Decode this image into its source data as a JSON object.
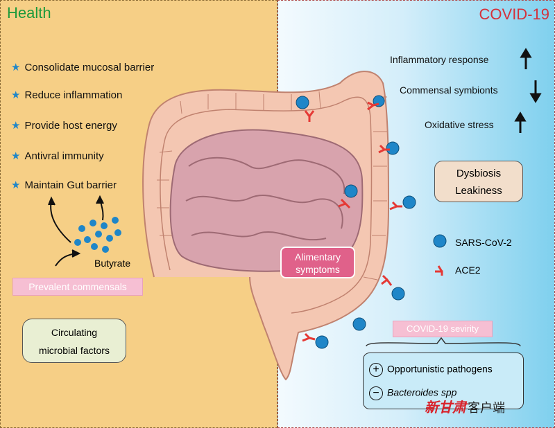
{
  "left_panel": {
    "title": "Health",
    "benefits": [
      "Consolidate mucosal barrier",
      "Reduce inflammation",
      "Provide host energy",
      "Antivral immunity",
      "Maintain Gut barrier"
    ],
    "butyrate_label": "Butyrate",
    "prevalent_label": "Prevalent commensals",
    "circulating_line1": "Circulating",
    "circulating_line2": "microbial factors"
  },
  "right_panel": {
    "title": "COVID-19",
    "changes": [
      {
        "label": "Inflammatory response",
        "direction": "up"
      },
      {
        "label": "Commensal symbionts",
        "direction": "down"
      },
      {
        "label": "Oxidative stress",
        "direction": "up"
      }
    ],
    "dysbiosis_line1": "Dysbiosis",
    "dysbiosis_line2": "Leakiness",
    "legend": {
      "virus_label": "SARS-CoV-2",
      "receptor_label": "ACE2"
    },
    "severity_label": "COVID-19 sevirity",
    "pathogens": [
      {
        "symbol": "+",
        "label": "Opportunistic pathogens"
      },
      {
        "symbol": "−",
        "label": "Bacteroides spp"
      }
    ]
  },
  "center": {
    "alimentary_line1": "Alimentary",
    "alimentary_line2": "symptoms"
  },
  "watermark": {
    "logo": "新甘肃",
    "text": "客户端"
  },
  "colors": {
    "health_title": "#1d9a3b",
    "covid_title": "#d4313b",
    "left_bg": "#f6cf86",
    "right_bg_end": "#7fd0ee",
    "star": "#1f86c8",
    "intestine": "#f4c7b2",
    "virus": "#1f86c8",
    "receptor": "#e53935"
  }
}
